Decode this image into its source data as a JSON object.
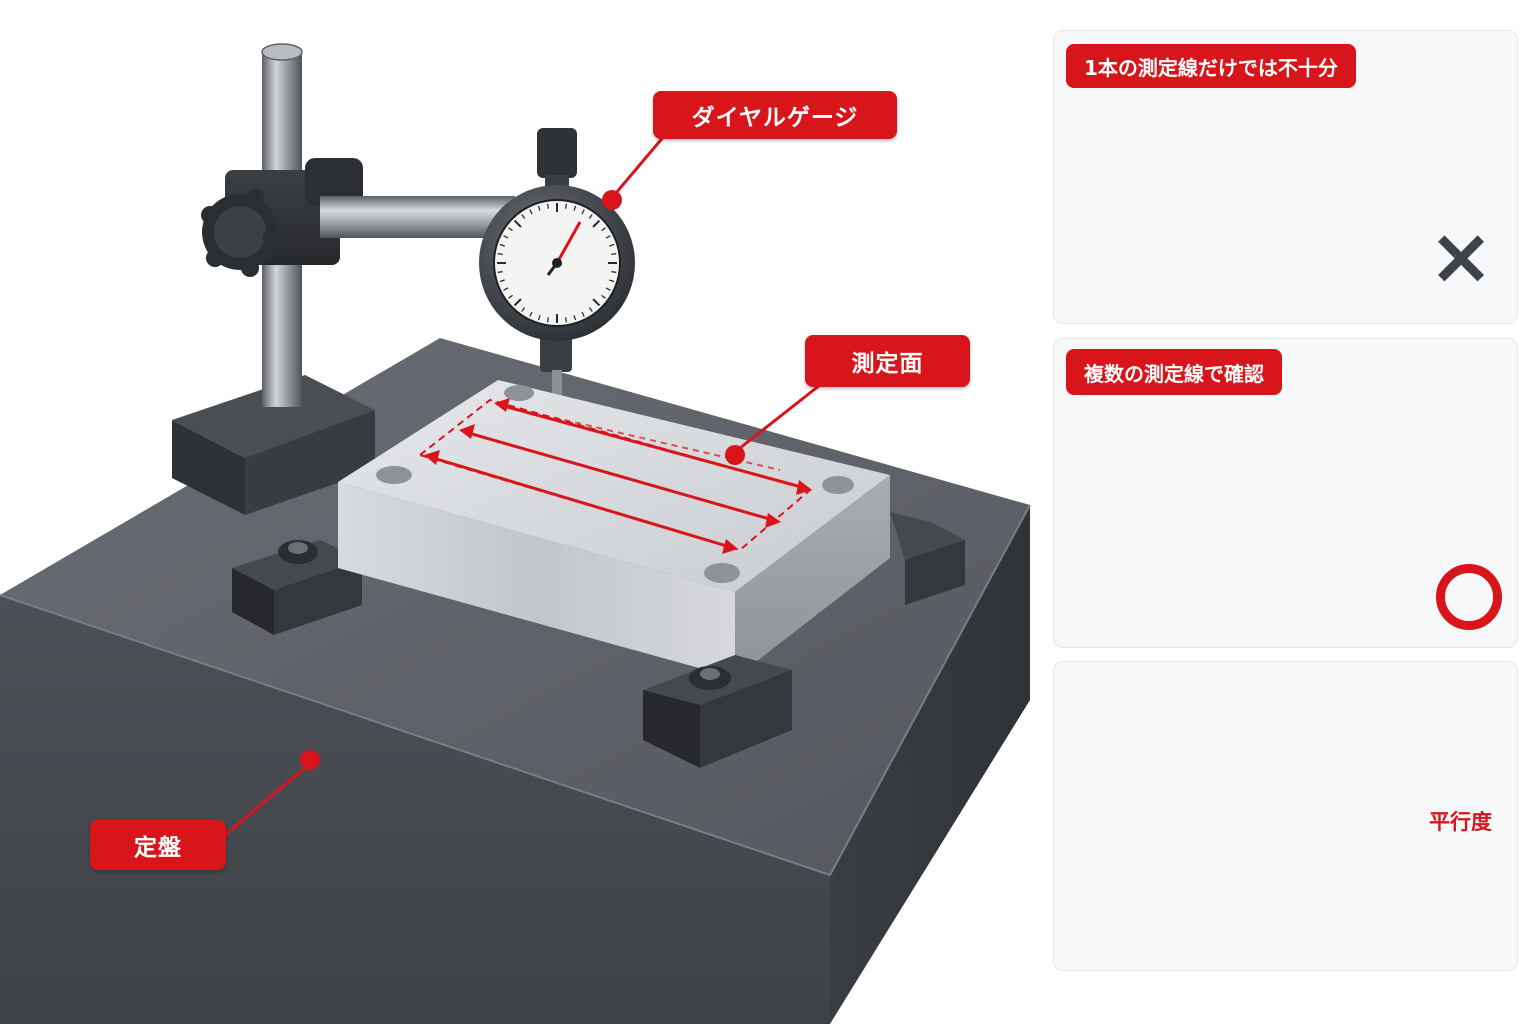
{
  "labels": {
    "dial_gauge": "ダイヤルゲージ",
    "measuring_surface": "測定面",
    "surface_plate": "定盤"
  },
  "panels": [
    {
      "title": "1本の測定線だけでは不十分",
      "verdict": "×",
      "verdict_meaning": "bad"
    },
    {
      "title": "複数の測定線で確認",
      "verdict": "○",
      "verdict_meaning": "good"
    },
    {
      "title": "",
      "label": "平行度"
    }
  ],
  "colors": {
    "accent": "#d7151b",
    "granite": "#5a5d63",
    "metal": "#c9ccd0",
    "panel_bg": "#f7f8fa"
  }
}
